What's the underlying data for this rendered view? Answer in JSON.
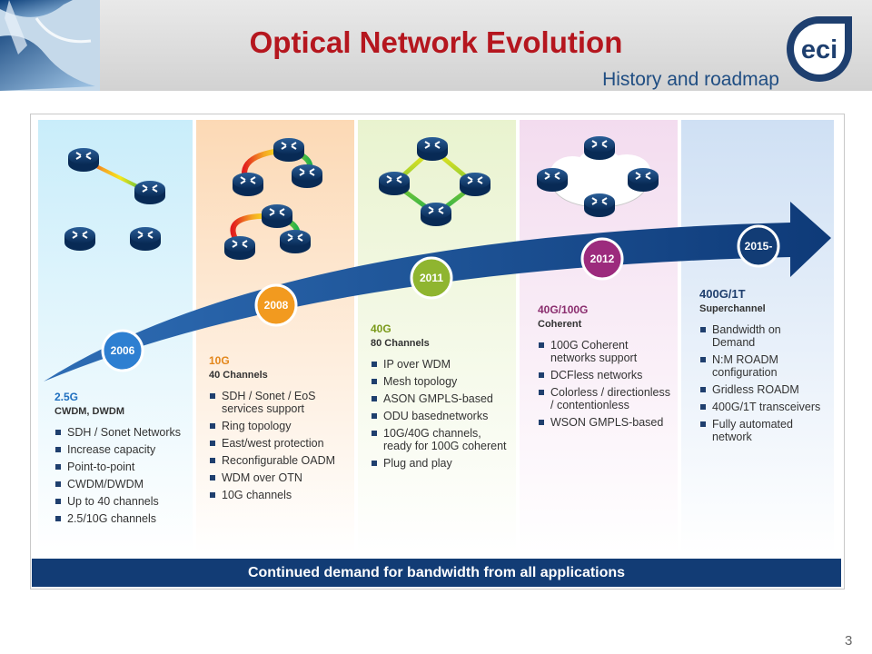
{
  "header": {
    "title": "Optical Network Evolution",
    "subtitle": "History and roadmap",
    "logo_text": "eci"
  },
  "colors": {
    "title_red": "#b5161e",
    "navy": "#123c75",
    "text_navy": "#1f4d82",
    "green": "#7a9a1a",
    "purple": "#8a2d6e"
  },
  "icons": [
    "router-icon",
    "timeline-arrow",
    "year-badge",
    "bullet-square"
  ],
  "timeline": {
    "years": [
      "2006",
      "2008",
      "2011",
      "2012",
      "2015-"
    ]
  },
  "columns": [
    {
      "rate": "2.5G",
      "subtitle": "CWDM, DWDM",
      "bullets": [
        "SDH / Sonet Networks",
        "Increase capacity",
        "Point-to-point",
        "CWDM/DWDM",
        "Up to 40 channels",
        "2.5/10G channels"
      ]
    },
    {
      "rate": "10G",
      "subtitle": "40 Channels",
      "bullets": [
        "SDH / Sonet / EoS services support",
        "Ring topology",
        "East/west protection",
        "Reconfigurable OADM",
        "WDM over OTN",
        "10G channels"
      ]
    },
    {
      "rate": "40G",
      "subtitle": "80 Channels",
      "bullets": [
        "IP over WDM",
        "Mesh topology",
        "ASON GMPLS-based",
        "ODU basednetworks",
        "10G/40G channels, ready for 100G coherent",
        "Plug and play"
      ]
    },
    {
      "rate": "40G/100G",
      "subtitle": "Coherent",
      "bullets": [
        "100G Coherent networks support",
        "DCFless networks",
        "Colorless / directionless / contentionless",
        "WSON GMPLS-based"
      ]
    },
    {
      "rate": "400G/1T",
      "subtitle": "Superchannel",
      "bullets": [
        "Bandwidth on Demand",
        "N:M ROADM configuration",
        "Gridless ROADM",
        "400G/1T transceivers",
        "Fully automated network"
      ]
    }
  ],
  "footer": {
    "banner": "Continued demand for bandwidth from all applications",
    "page_number": "3"
  }
}
